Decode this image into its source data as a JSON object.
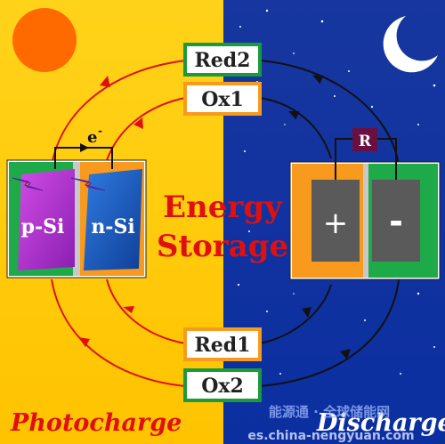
{
  "labels": {
    "red2": "Red2",
    "ox1": "Ox1",
    "red1": "Red1",
    "ox2": "Ox2",
    "electron": "e",
    "electron_sup": "-",
    "resistor": "R",
    "p_si": "p-Si",
    "n_si": "n-Si",
    "energy": "Energy",
    "storage": "Storage",
    "plus": "+",
    "minus": "-",
    "photocharge": "Photocharge",
    "discharge": "Discharge"
  },
  "watermark": {
    "line1": "能源通  ·  全球储能网",
    "line2": "es.china-nengyuan.com"
  },
  "colors": {
    "day_top": "#ffd21a",
    "day_bottom": "#ffc400",
    "night_top": "#1a3fb0",
    "night_bottom": "#0a2f9a",
    "sun": "#ff6a00",
    "moon": "#ffffff",
    "electrode_green": "#1faa4a",
    "electrode_orange": "#f79a1e",
    "p_si": "#c03ad8",
    "n_si": "#1f63c8",
    "charge_arrow": "#e01010",
    "discharge_arrow": "#111111",
    "label_border_green": "#1a9a3a",
    "label_border_orange": "#f79a1e",
    "label_text": "#222222",
    "resistor_fill": "#6a1040",
    "text_red": "#e01010",
    "cell_gray": "#5a5a5a"
  }
}
